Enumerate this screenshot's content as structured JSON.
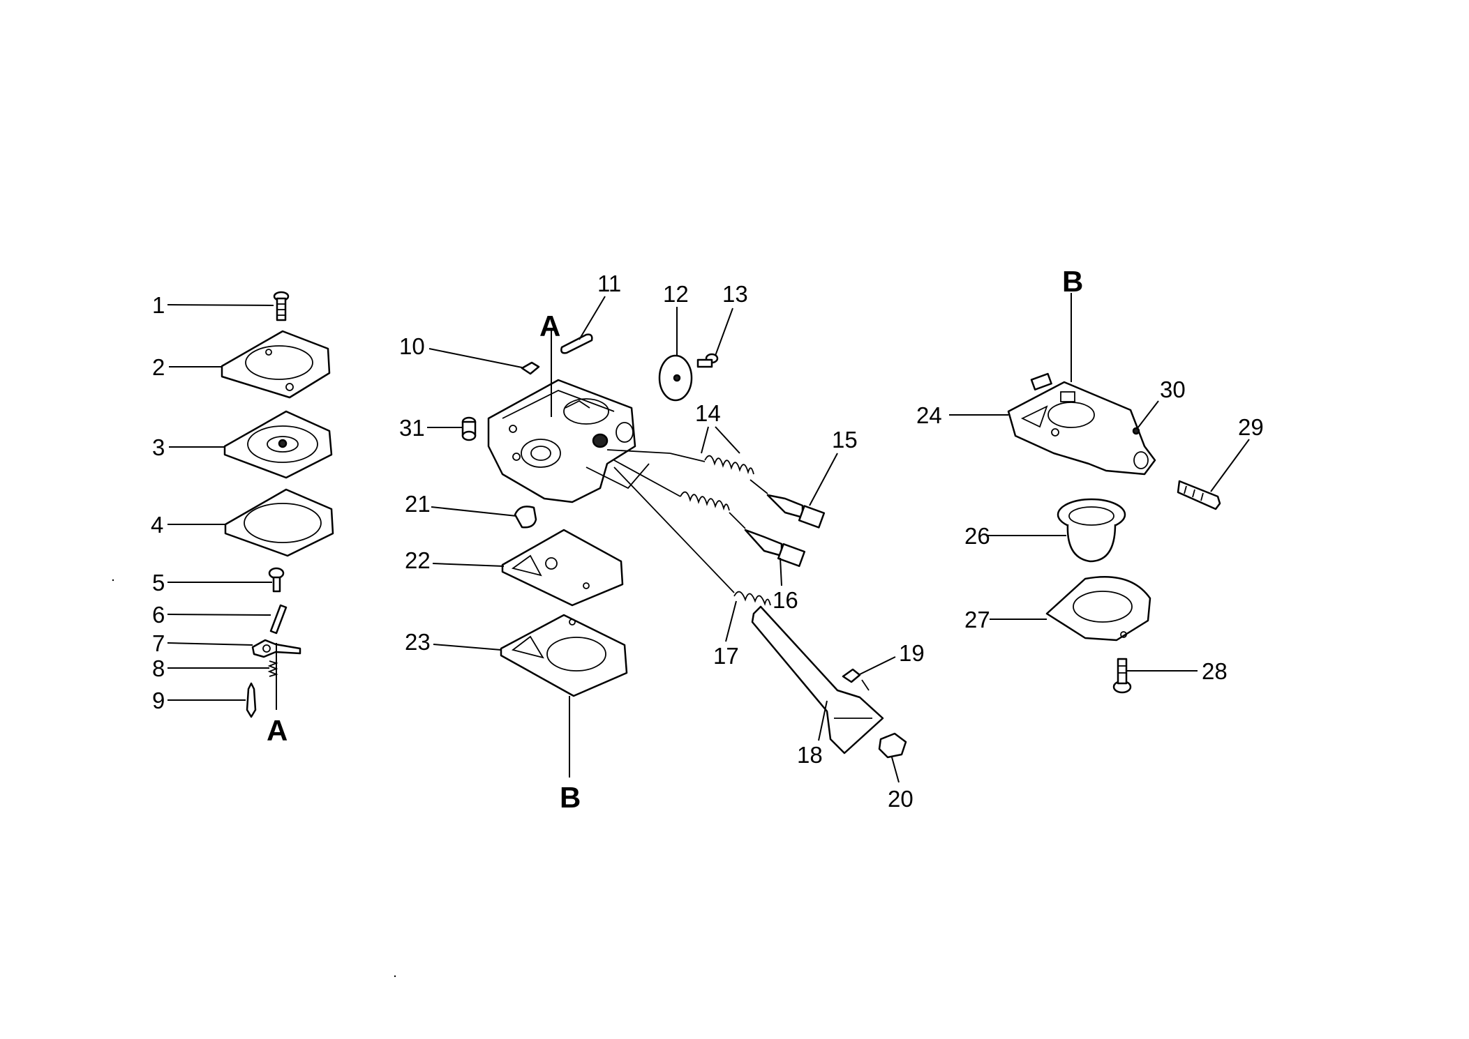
{
  "diagram": {
    "callouts": [
      "1",
      "2",
      "3",
      "4",
      "5",
      "6",
      "7",
      "8",
      "9",
      "10",
      "11",
      "12",
      "13",
      "14",
      "15",
      "16",
      "17",
      "18",
      "19",
      "20",
      "21",
      "22",
      "23",
      "24",
      "26",
      "27",
      "28",
      "29",
      "30",
      "31"
    ],
    "refmarks": [
      "A",
      "A",
      "B",
      "B"
    ]
  }
}
